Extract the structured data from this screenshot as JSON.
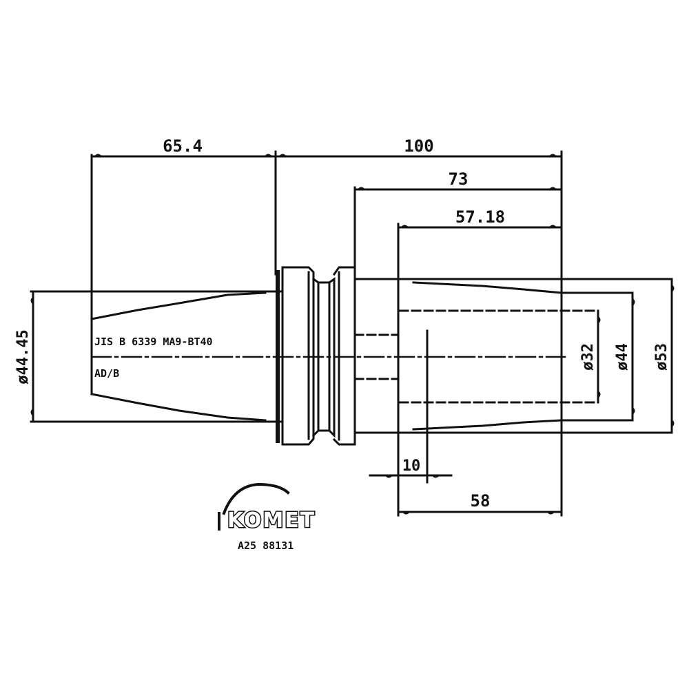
{
  "drawing": {
    "title": "BT40 shank adapter technical drawing",
    "stroke_color": "#111111",
    "background": "#ffffff"
  },
  "dimensions": {
    "length_shank": "65.4",
    "length_total": "100",
    "length_73": "73",
    "length_57_18": "57.18",
    "length_58": "58",
    "length_10": "10",
    "dia_shank": "ø44.45",
    "dia_32": "ø32",
    "dia_44": "ø44",
    "dia_53": "ø53"
  },
  "labels": {
    "standard": "JIS B 6339 MA9-BT40",
    "form": "AD/B"
  },
  "logo": {
    "brand": "KOMET",
    "part_number": "A25 88131"
  }
}
